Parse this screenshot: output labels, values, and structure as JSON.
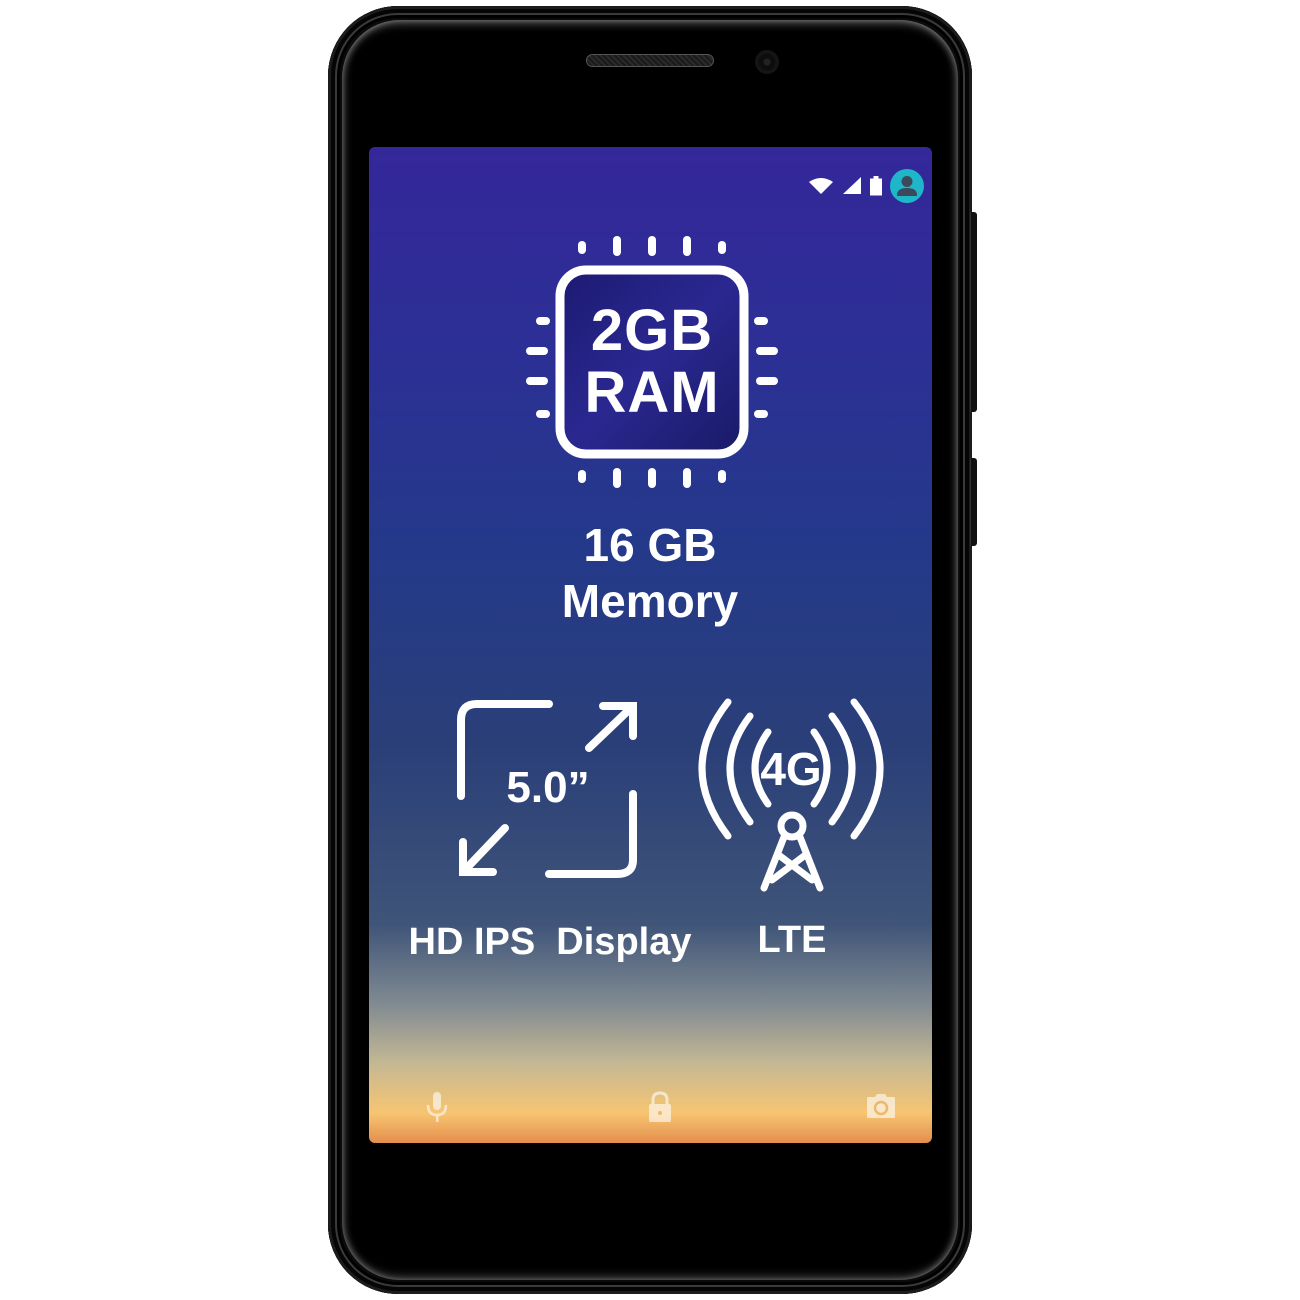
{
  "device": {
    "type": "smartphone",
    "body_color": "#0b0b0b"
  },
  "status_bar": {
    "icons": [
      "wifi-icon",
      "cellular-signal-icon",
      "battery-icon",
      "account-avatar-icon"
    ],
    "avatar_color": "#1fb6c9"
  },
  "hero": {
    "ram_line1": "2GB",
    "ram_line2": "RAM",
    "storage_line1": "16 GB",
    "storage_line2": "Memory"
  },
  "features": {
    "display_size": "5.0”",
    "display_label": "HD IPS  Display",
    "network_badge": "4G",
    "network_label": "LTE"
  },
  "lock_screen": {
    "shortcuts": [
      "microphone-icon",
      "lock-icon",
      "camera-icon"
    ]
  },
  "colors": {
    "screen_top": "#34279a",
    "screen_mid": "#24398a",
    "screen_bottom": "#f7c572",
    "icon_white": "#ffffff"
  }
}
